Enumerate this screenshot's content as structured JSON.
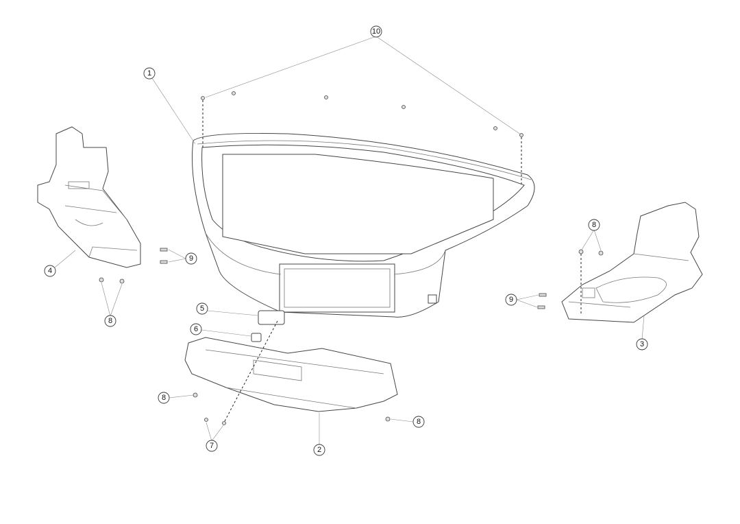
{
  "diagram": {
    "type": "exploded-parts-diagram",
    "callouts": [
      {
        "id": "c10",
        "label": "10"
      },
      {
        "id": "c1",
        "label": "1"
      },
      {
        "id": "c4",
        "label": "4"
      },
      {
        "id": "c9a",
        "label": "9"
      },
      {
        "id": "c8a",
        "label": "8"
      },
      {
        "id": "c8b",
        "label": "8"
      },
      {
        "id": "c9b",
        "label": "9"
      },
      {
        "id": "c3",
        "label": "3"
      },
      {
        "id": "c5",
        "label": "5"
      },
      {
        "id": "c6",
        "label": "6"
      },
      {
        "id": "c8c",
        "label": "8"
      },
      {
        "id": "c7",
        "label": "7"
      },
      {
        "id": "c2",
        "label": "2"
      },
      {
        "id": "c8d",
        "label": "8"
      }
    ]
  }
}
